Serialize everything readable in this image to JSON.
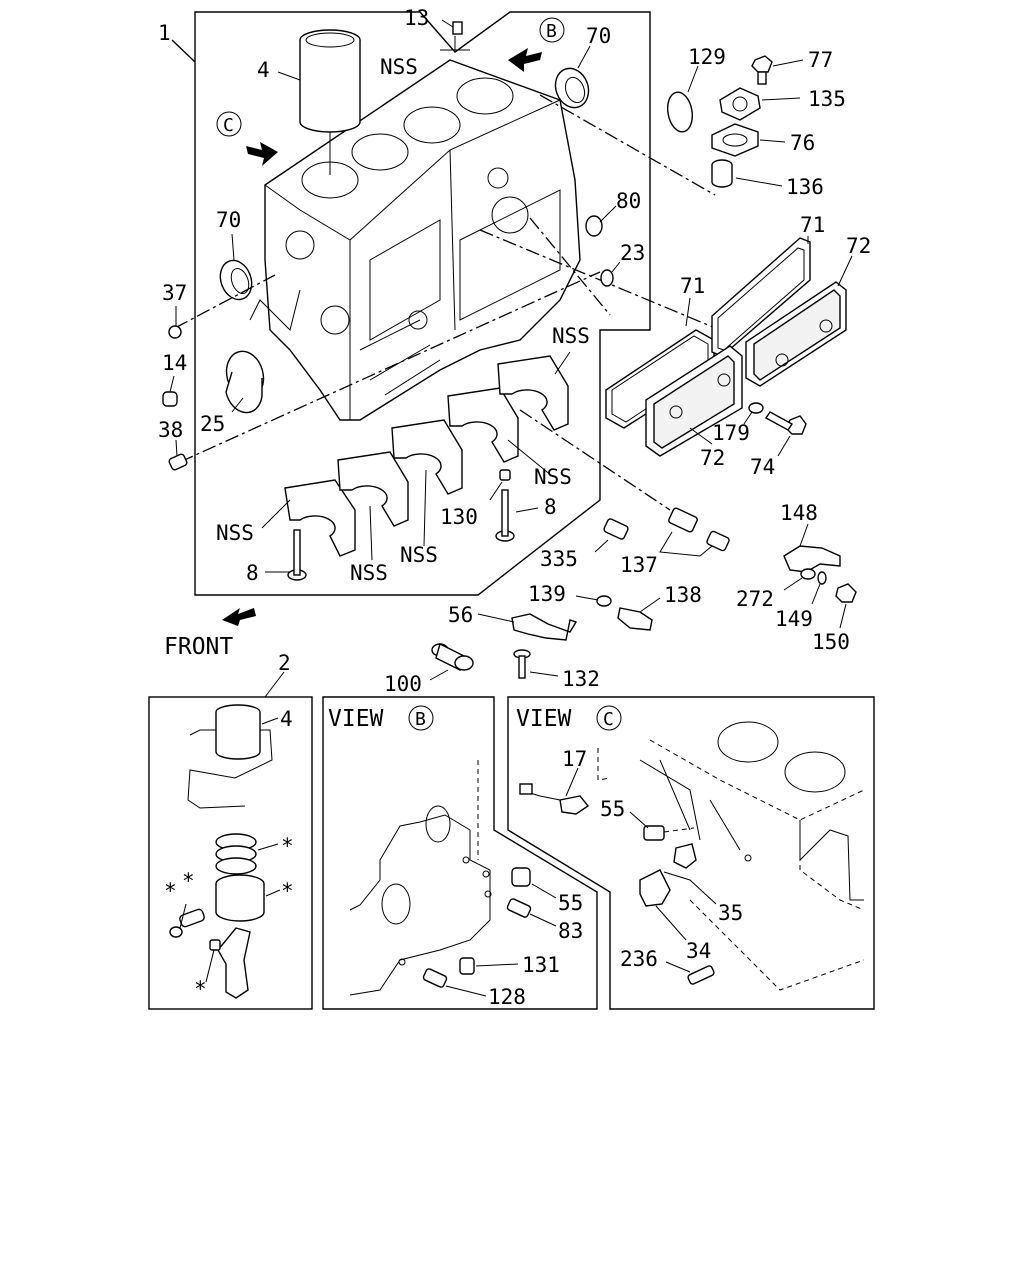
{
  "labels": {
    "l1": "1",
    "l13": "13",
    "l4": "4",
    "nss_top": "NSS",
    "lB": "B",
    "l70a": "70",
    "lC": "C",
    "l70b": "70",
    "l37": "37",
    "l14": "14",
    "l25": "25",
    "l38": "38",
    "l129": "129",
    "l77": "77",
    "l135": "135",
    "l76": "76",
    "l136": "136",
    "l80": "80",
    "l23": "23",
    "l71a": "71",
    "l72a": "72",
    "l71b": "71",
    "l72b": "72",
    "l179": "179",
    "l74": "74",
    "nss_r": "NSS",
    "nss_m": "NSS",
    "nss_l": "NSS",
    "nss_b1": "NSS",
    "nss_b2": "NSS",
    "l130": "130",
    "l8a": "8",
    "l8b": "8",
    "l335": "335",
    "l137": "137",
    "l148": "148",
    "l139": "139",
    "l138": "138",
    "l56": "56",
    "l272": "272",
    "l149": "149",
    "l150": "150",
    "front": "FRONT",
    "l100": "100",
    "l132": "132",
    "l2": "2",
    "l4b": "4",
    "star1": "*",
    "star2": "*",
    "star3": "*",
    "star4": "*",
    "star5": "*",
    "viewB_text": "VIEW",
    "viewB_letter": "B",
    "l55a": "55",
    "l83": "83",
    "l131": "131",
    "l128": "128",
    "viewC_text": "VIEW",
    "viewC_letter": "C",
    "l17": "17",
    "l55b": "55",
    "l35": "35",
    "l34": "34",
    "l236": "236"
  }
}
